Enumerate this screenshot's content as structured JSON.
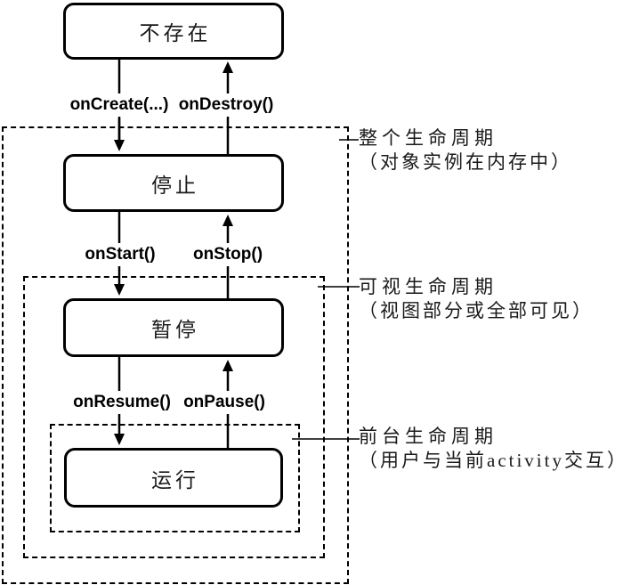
{
  "diagram": {
    "background_color": "#ffffff",
    "line_color": "#000000",
    "states": [
      {
        "label": "不存在"
      },
      {
        "label": "停止"
      },
      {
        "label": "暂停"
      },
      {
        "label": "运行"
      }
    ],
    "transitions": [
      {
        "down": "onCreate(...)",
        "up": "onDestroy()"
      },
      {
        "down": "onStart()",
        "up": "onStop()"
      },
      {
        "down": "onResume()",
        "up": "onPause()"
      }
    ],
    "scopes": [
      {
        "title": "整个生命周期",
        "subtitle": "（对象实例在内存中）"
      },
      {
        "title": "可视生命周期",
        "subtitle": "（视图部分或全部可见）"
      },
      {
        "title": "前台生命周期",
        "subtitle": "（用户与当前activity交互）"
      }
    ]
  }
}
